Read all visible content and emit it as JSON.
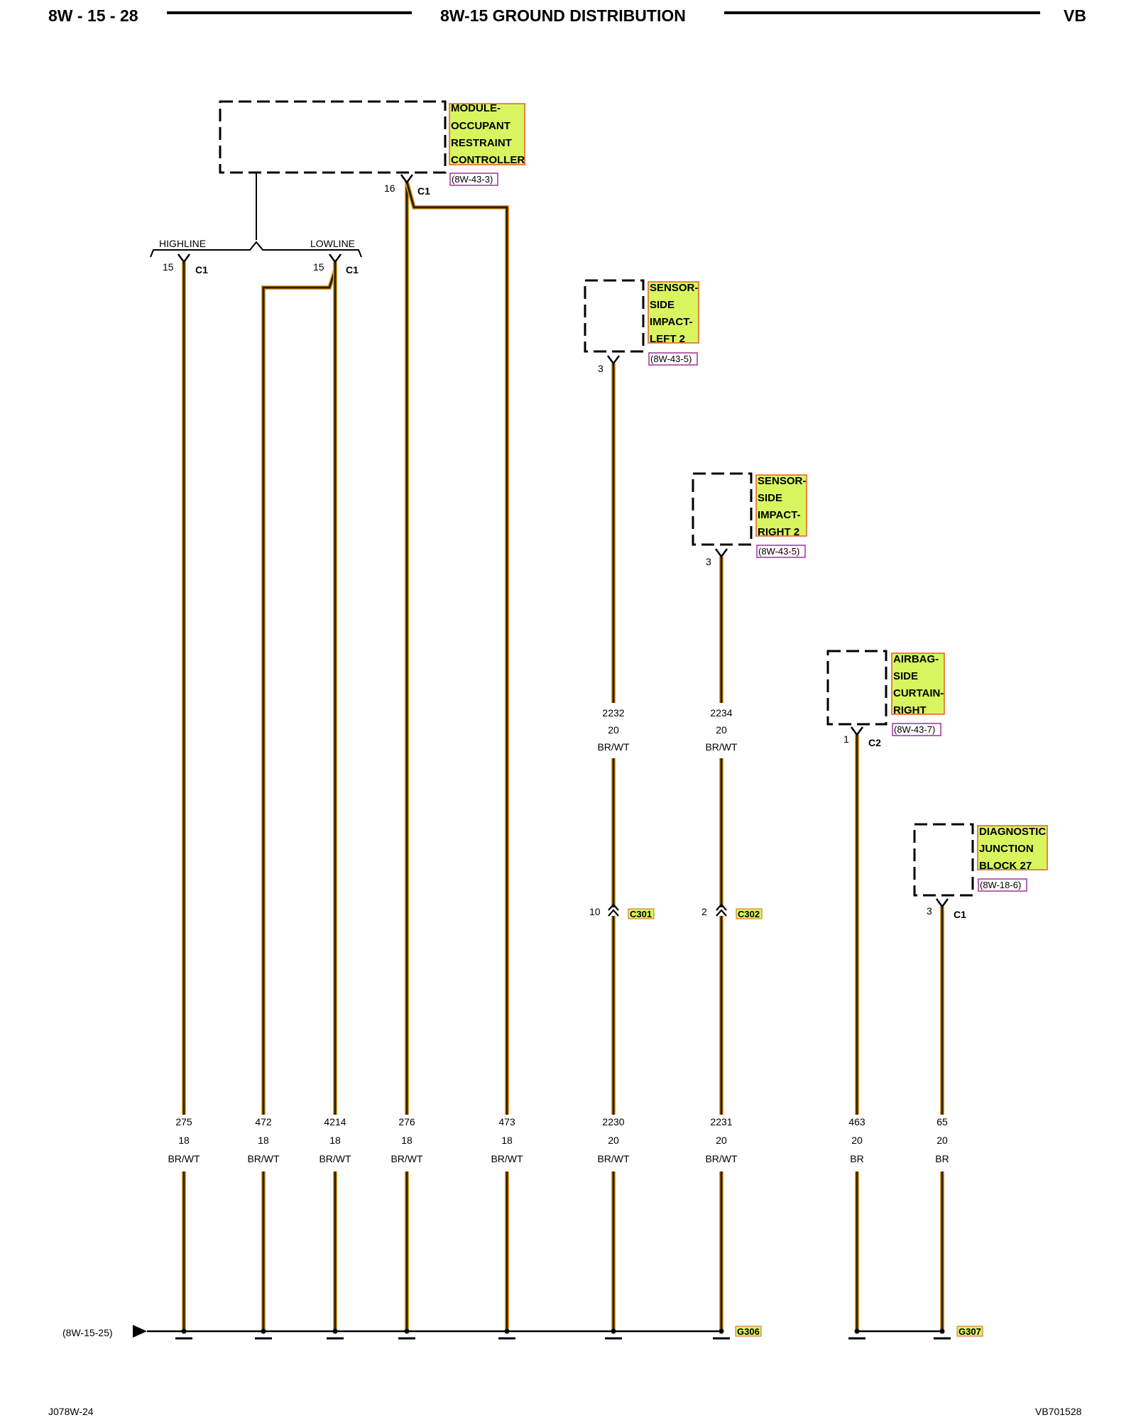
{
  "header": {
    "page": "8W - 15 - 28",
    "title": "8W-15 GROUND DISTRIBUTION",
    "model": "VB"
  },
  "footer": {
    "left": "J078W-24",
    "right": "VB701528"
  },
  "components": {
    "orc": {
      "lines": [
        "MODULE-",
        "OCCUPANT",
        "RESTRAINT",
        "CONTROLLER"
      ],
      "ref": "(8W-43-3)"
    },
    "sil": {
      "lines": [
        "SENSOR-",
        "SIDE",
        "IMPACT-",
        "LEFT 2"
      ],
      "ref": "(8W-43-5)"
    },
    "sir": {
      "lines": [
        "SENSOR-",
        "SIDE",
        "IMPACT-",
        "RIGHT 2"
      ],
      "ref": "(8W-43-5)"
    },
    "asc": {
      "lines": [
        "AIRBAG-",
        "SIDE",
        "CURTAIN-",
        "RIGHT"
      ],
      "ref": "(8W-43-7)"
    },
    "djb": {
      "lines": [
        "DIAGNOSTIC",
        "JUNCTION",
        "BLOCK 27"
      ],
      "ref": "(8W-18-6)"
    }
  },
  "variants": {
    "highline": "HIGHLINE",
    "lowline": "LOWLINE"
  },
  "pins": {
    "orc_hl": {
      "pin": "15",
      "conn": "C1"
    },
    "orc_ll": {
      "pin": "15",
      "conn": "C1"
    },
    "orc_16": {
      "pin": "16",
      "conn": "C1"
    },
    "sil": {
      "pin": "3"
    },
    "sir": {
      "pin": "3"
    },
    "asc": {
      "pin": "1",
      "conn": "C2"
    },
    "djb": {
      "pin": "3",
      "conn": "C1"
    }
  },
  "inline": {
    "c301": {
      "pin": "10",
      "name": "C301"
    },
    "c302": {
      "pin": "2",
      "name": "C302"
    }
  },
  "upper_wires": {
    "w2232": {
      "circuit": "2232",
      "gauge": "20",
      "color": "BR/WT"
    },
    "w2234": {
      "circuit": "2234",
      "gauge": "20",
      "color": "BR/WT"
    }
  },
  "wires": [
    {
      "circuit": "275",
      "gauge": "18",
      "color": "BR/WT"
    },
    {
      "circuit": "472",
      "gauge": "18",
      "color": "BR/WT"
    },
    {
      "circuit": "4214",
      "gauge": "18",
      "color": "BR/WT"
    },
    {
      "circuit": "276",
      "gauge": "18",
      "color": "BR/WT"
    },
    {
      "circuit": "473",
      "gauge": "18",
      "color": "BR/WT"
    },
    {
      "circuit": "2230",
      "gauge": "20",
      "color": "BR/WT"
    },
    {
      "circuit": "2231",
      "gauge": "20",
      "color": "BR/WT"
    },
    {
      "circuit": "463",
      "gauge": "20",
      "color": "BR"
    },
    {
      "circuit": "65",
      "gauge": "20",
      "color": "BR"
    }
  ],
  "grounds": {
    "g306": "G306",
    "g307": "G307"
  },
  "continuation": "(8W-15-25)",
  "colors": {
    "wire": "#2b1d00",
    "wire_edge": "#e0a030",
    "label_fill": "#d8f560",
    "label_border": "#e06020",
    "ref_border": "#a0309a"
  }
}
